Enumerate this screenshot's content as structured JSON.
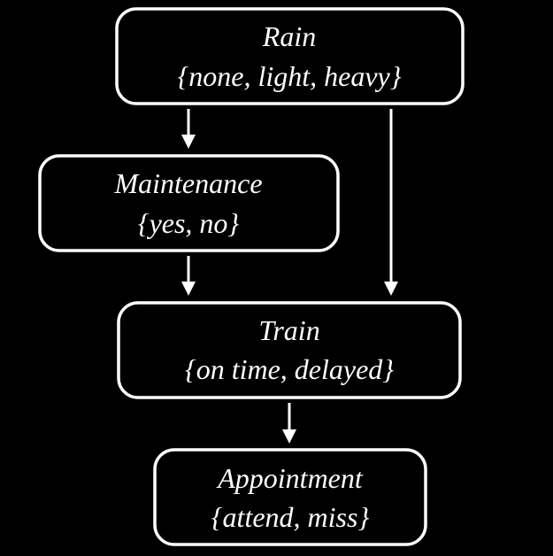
{
  "diagram": {
    "nodes": {
      "rain": {
        "title": "Rain",
        "values": "{none, light, heavy}"
      },
      "maintenance": {
        "title": "Maintenance",
        "values": "{yes, no}"
      },
      "train": {
        "title": "Train",
        "values": "{on time, delayed}"
      },
      "appointment": {
        "title": "Appointment",
        "values": "{attend, miss}"
      }
    },
    "edges": [
      {
        "from": "Rain",
        "to": "Maintenance"
      },
      {
        "from": "Rain",
        "to": "Train"
      },
      {
        "from": "Maintenance",
        "to": "Train"
      },
      {
        "from": "Train",
        "to": "Appointment"
      }
    ],
    "colors": {
      "background": "#000000",
      "stroke": "#ffffff",
      "text": "#ffffff"
    }
  }
}
